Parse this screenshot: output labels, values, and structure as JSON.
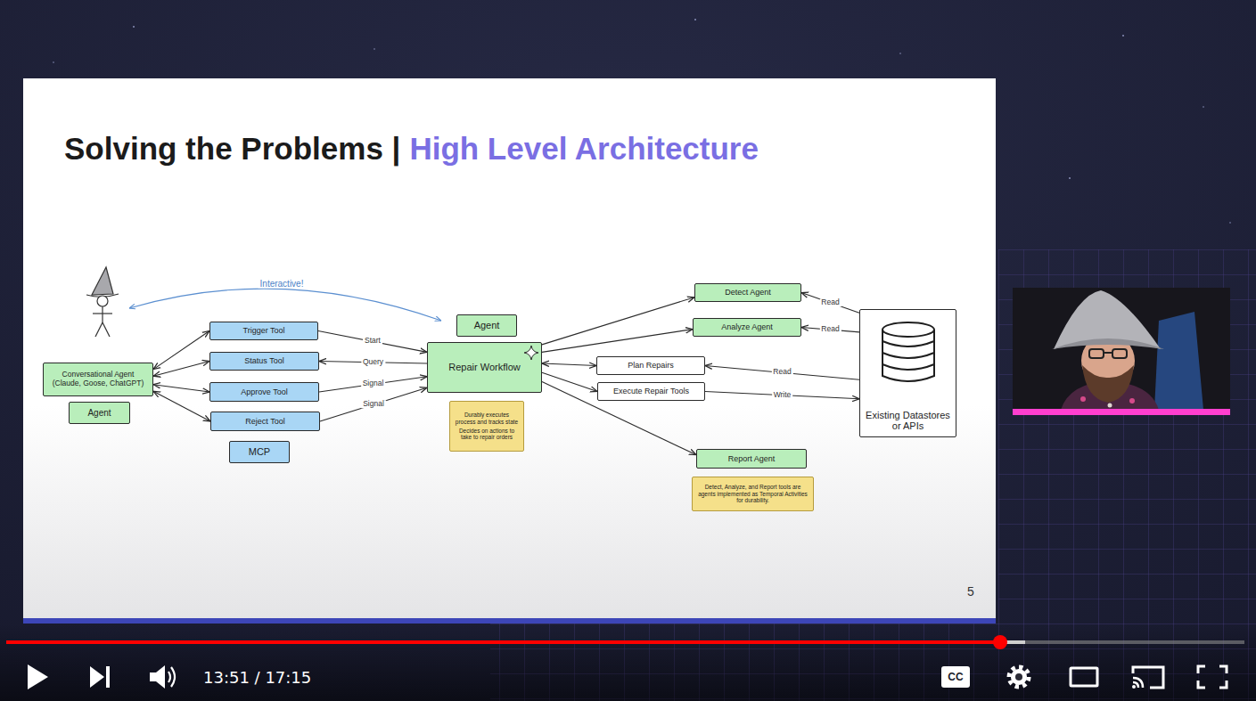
{
  "diagram": {
    "title": "Solving the Problems |",
    "nodes": [
      {
        "text": [
          "Conversational Agent (Claude, Goose, ChatGPT)"
        ]
      },
      {
        "text": [
          "Agent"
        ]
      },
      {
        "text": [
          "Trigger Tool"
        ]
      },
      {
        "text": [
          "Status Tool"
        ]
      },
      {
        "text": [
          "Approve Tool"
        ]
      },
      {
        "text": [
          "Reject Tool"
        ]
      },
      {
        "text": [
          "MCP"
        ]
      },
      {
        "text": [
          "Agent"
        ]
      },
      {
        "text": [
          "Repair Workflow"
        ]
      },
      {
        "text": [
          "Durably executes process and tracks state",
          "Decides on actions to take to repair orders"
        ]
      },
      {
        "text": [
          "Detect Agent"
        ]
      },
      {
        "text": [
          "Analyze Agent"
        ]
      },
      {
        "text": [
          "Plan Repairs"
        ]
      },
      {
        "text": [
          "Execute Repair Tools"
        ]
      },
      {
        "text": [
          "Report Agent"
        ]
      },
      {
        "text": [
          "Detect, Analyze, and Report tools are agents implemented as Temporal Activities for durability."
        ]
      },
      {
        "text": [
          "Existing Datastores or APIs"
        ]
      }
    ],
    "edges": [
      {
        "from": 0,
        "to": 2,
        "arrow": "both"
      },
      {
        "from": 0,
        "to": 3,
        "arrow": "both"
      },
      {
        "from": 0,
        "to": 4,
        "arrow": "both"
      },
      {
        "from": 0,
        "to": 5,
        "arrow": "both"
      },
      {
        "from": 2,
        "to": 8,
        "label": "Start",
        "arrow": "to"
      },
      {
        "from": 8,
        "to": 3,
        "label": "Query",
        "arrow": "to"
      },
      {
        "from": 4,
        "to": 8,
        "label": "Signal",
        "arrow": "to"
      },
      {
        "from": 5,
        "to": 8,
        "label": "Signal",
        "arrow": "to"
      },
      {
        "from": 8,
        "to": 10,
        "arrow": "to"
      },
      {
        "from": 8,
        "to": 11,
        "arrow": "to"
      },
      {
        "from": 8,
        "to": 12,
        "arrow": "both"
      },
      {
        "from": 8,
        "to": 13,
        "arrow": "to"
      },
      {
        "from": 8,
        "to": 14,
        "arrow": "to"
      },
      {
        "from": 16,
        "to": 10,
        "label": "Read",
        "arrow": "to"
      },
      {
        "from": 16,
        "to": 11,
        "label": "Read",
        "arrow": "to"
      },
      {
        "from": 16,
        "to": 12,
        "label": "Read",
        "arrow": "to"
      },
      {
        "from": 13,
        "to": 16,
        "label": "Write",
        "arrow": "to"
      }
    ],
    "labels": [
      "High Level Architecture",
      "Interactive!",
      "5",
      "CC",
      "13:51 / 17:15"
    ]
  }
}
